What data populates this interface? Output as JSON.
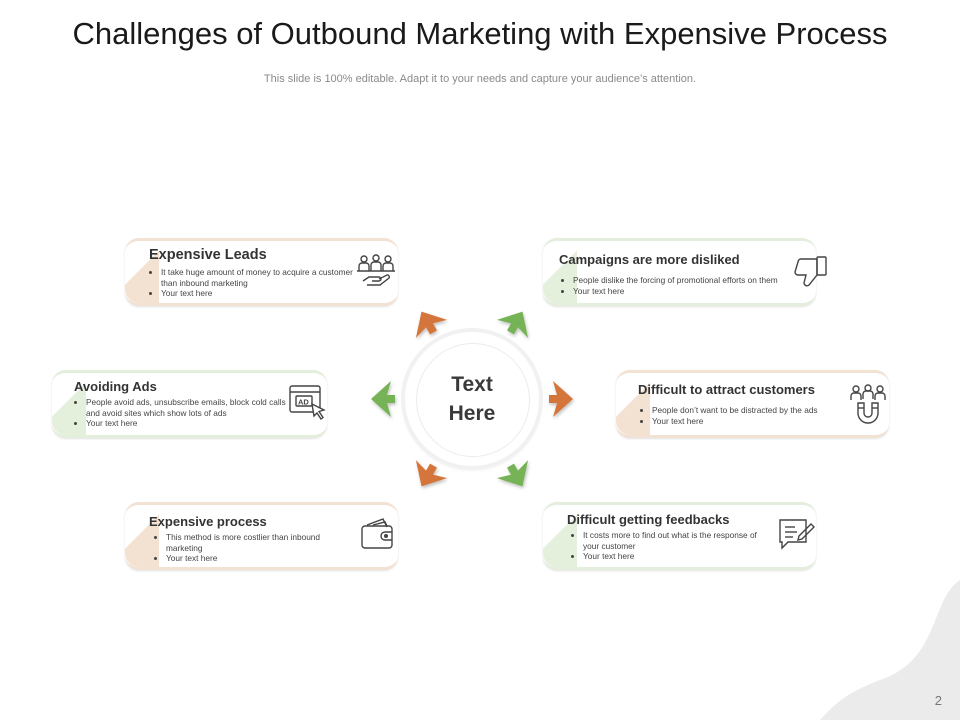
{
  "slide": {
    "title": "Challenges of Outbound Marketing with Expensive Process",
    "subtitle": "This slide is 100% editable. Adapt it to your needs and capture your audience’s attention.",
    "page_number": "2"
  },
  "center": {
    "line1": "Text",
    "line2": "Here"
  },
  "colors": {
    "orange": "#d4753a",
    "green": "#76b256",
    "orange_tint": "#f3e2d2",
    "green_tint": "#e4efdc"
  },
  "cards": {
    "expensive_leads": {
      "title": "Expensive Leads",
      "bullets": [
        "It take huge amount of money to acquire a customer than inbound marketing",
        "Your text here"
      ],
      "icon": "people-hand-icon"
    },
    "avoiding_ads": {
      "title": "Avoiding Ads",
      "bullets": [
        "People avoid ads, unsubscribe emails, block cold calls and avoid sites which show lots of ads",
        "Your text here"
      ],
      "icon": "ad-click-icon",
      "icon_label": "AD"
    },
    "expensive_process": {
      "title": "Expensive process",
      "bullets": [
        "This method is more costlier than inbound marketing",
        "Your text here"
      ],
      "icon": "wallet-icon"
    },
    "campaigns_disliked": {
      "title": "Campaigns are more disliked",
      "bullets": [
        "People dislike the forcing of promotional efforts on them",
        "Your text here"
      ],
      "icon": "thumbs-down-icon"
    },
    "difficult_attract": {
      "title": "Difficult to attract customers",
      "bullets": [
        "People don’t want to be distracted by the ads",
        "Your text here"
      ],
      "icon": "magnet-people-icon"
    },
    "difficult_feedback": {
      "title": "Difficult getting feedbacks",
      "bullets": [
        "It costs more to find out what is the response of your customer",
        "Your text here"
      ],
      "icon": "feedback-chat-icon"
    }
  }
}
